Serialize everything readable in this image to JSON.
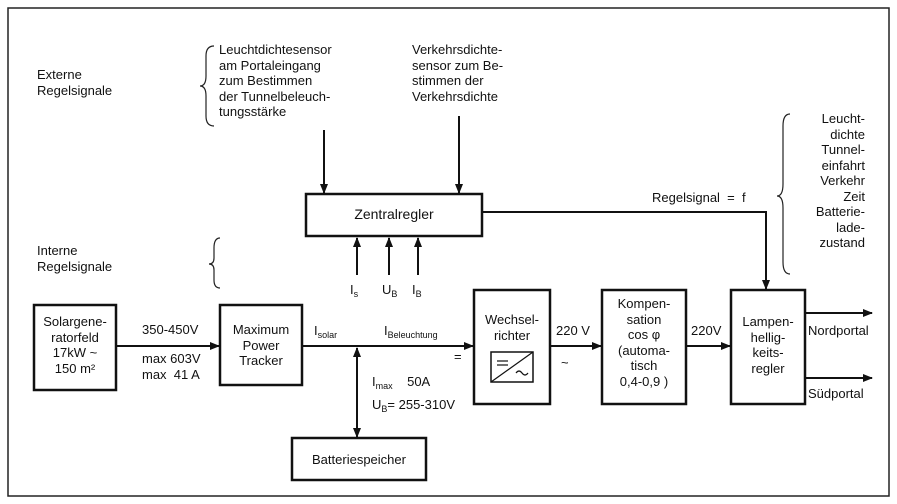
{
  "labels": {
    "externe": "Externe\nRegelsignale",
    "interne": "Interne\nRegelsignale",
    "sensor1": "Leuchtdichtesensor\nam Portaleingang\nzum Bestimmen\nder Tunnelbeleuch-\ntungsstärke",
    "sensor2": "Verkehrsdichte-\nsensor zum Be-\nstimmen der\nVerkehrsdichte",
    "right_list": "Leucht-\ndichte\nTunnel-\neinfahrt\nVerkehr\nZeit\nBatterie-\nlade-\nzustand",
    "regelsignal": "Regelsignal  =  f",
    "is": "I",
    "is_sub": "s",
    "ub": "U",
    "ub_sub": "B",
    "ib": "I",
    "ib_sub": "B",
    "voltage_in": "350-450V",
    "max_v": "max 603V",
    "max_a": "max  41 A",
    "i_solar": "I",
    "i_solar_sub": "solar",
    "i_bel": "I",
    "i_bel_sub": "Beleuchtung",
    "dc_symbol": "=",
    "imax": "I",
    "imax_sub": "max",
    "imax_val": "50A",
    "ub2": "U",
    "ub2_sub": "B",
    "ub2_val": "= 255-310V",
    "v220a": "220 V",
    "ac_symbol": "~",
    "v220b": "220V",
    "nordportal": "Nordportal",
    "suedportal": "Südportal"
  },
  "boxes": {
    "solar": "Solargene-\nratorfeld\n17kW ~\n150 m²",
    "mpt": "Maximum\nPower\nTracker",
    "zentral": "Zentralregler",
    "wechsel": "Wechsel-\nrichter",
    "komp": "Kompen-\nsation\ncos φ\n(automa-\ntisch\n0,4-0,9 )",
    "lampen": "Lampen-\nhellig-\nkeits-\nregler",
    "batterie": "Batteriespeicher"
  }
}
